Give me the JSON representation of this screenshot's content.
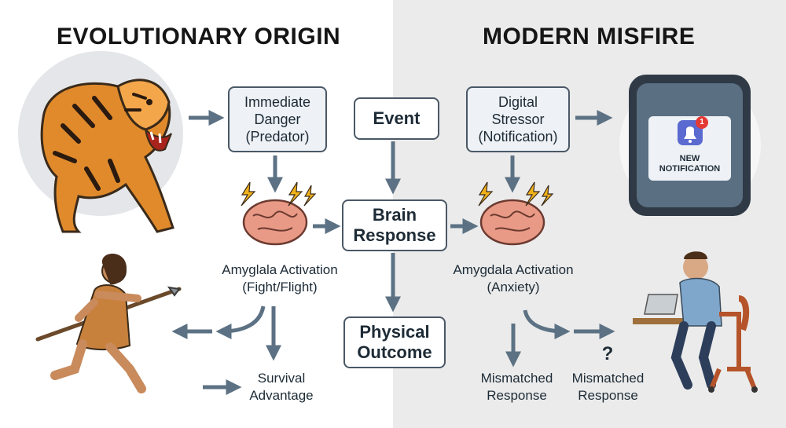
{
  "left_panel": {
    "title": "EVOLUTIONARY ORIGIN",
    "bg": "#ffffff"
  },
  "right_panel": {
    "title": "MODERN MISFIRE",
    "bg": "#ebebeb"
  },
  "center_flow": {
    "event": "Event",
    "brain_response": "Brain\nResponse",
    "physical_outcome": "Physical\nOutcome"
  },
  "left_flow": {
    "trigger": "Immediate\nDanger\n(Predator)",
    "activation": "Amyglala Activation\n(Fight/Flight)",
    "result": "Survival\nAdvantage"
  },
  "right_flow": {
    "trigger": "Digital\nStressor\n(Notification)",
    "activation": "Amygdala Activation\n(Anxiety)",
    "result_1": "Mismatched\nResponse",
    "result_2": "Mismatched\nResponse",
    "question_mark": "?"
  },
  "phone": {
    "notification_text": "NEW\nNOTIFICATION",
    "badge_count": "1"
  },
  "colors": {
    "arrow": "#5c7284",
    "box_border": "#4a5866",
    "brain": "#e99a86",
    "tiger": "#e08a2c",
    "lightning": "#f2b21a",
    "badge": "#e53935"
  },
  "icons": [
    "tiger-icon",
    "caveman-icon",
    "brain-icon",
    "lightning-icon",
    "phone-icon",
    "bell-app-icon",
    "stressed-person-icon"
  ]
}
